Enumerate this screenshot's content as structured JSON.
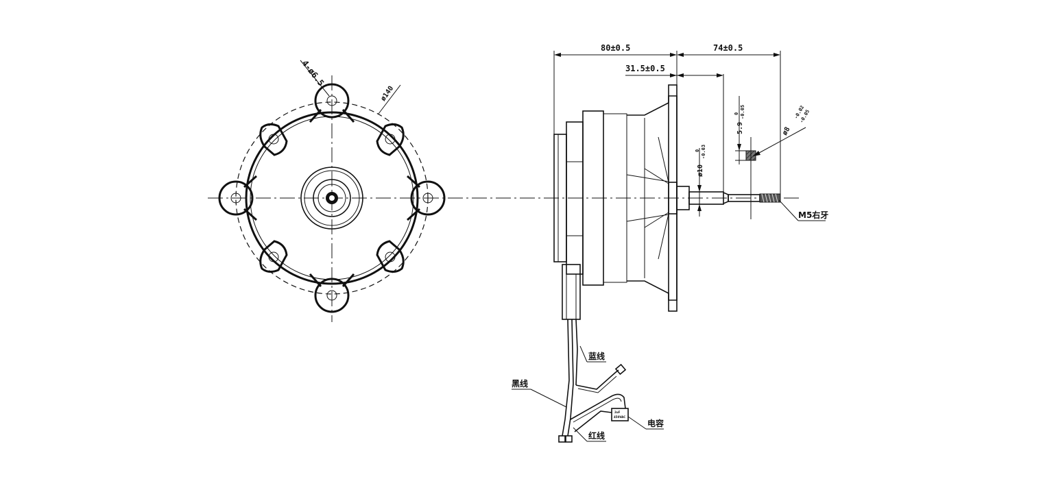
{
  "front_view": {
    "hole_callout": "4-ø6.5",
    "pcd_callout": "ø140"
  },
  "side_view": {
    "dim_overall_left": "80±0.5",
    "dim_overall_right": "74±0.5",
    "dim_flange": "31.5±0.5",
    "dim_shaft_dia": "ø10",
    "dim_shaft_dia_tol_upper": "0",
    "dim_shaft_dia_tol_lower": "-0.03",
    "dim_flat": "5.9",
    "dim_flat_tol_upper": "0",
    "dim_flat_tol_lower": "-0.05",
    "dim_thread_dia": "ø8",
    "dim_thread_dia_tol_upper": "-0.02",
    "dim_thread_dia_tol_lower": "-0.05",
    "thread_label": "M5右牙"
  },
  "wiring": {
    "blue_wire": "蓝线",
    "black_wire": "黑线",
    "red_wire": "红线",
    "capacitor": "电容",
    "capacitor_rating_1": "2uF",
    "capacitor_rating_2": "450VAC"
  }
}
